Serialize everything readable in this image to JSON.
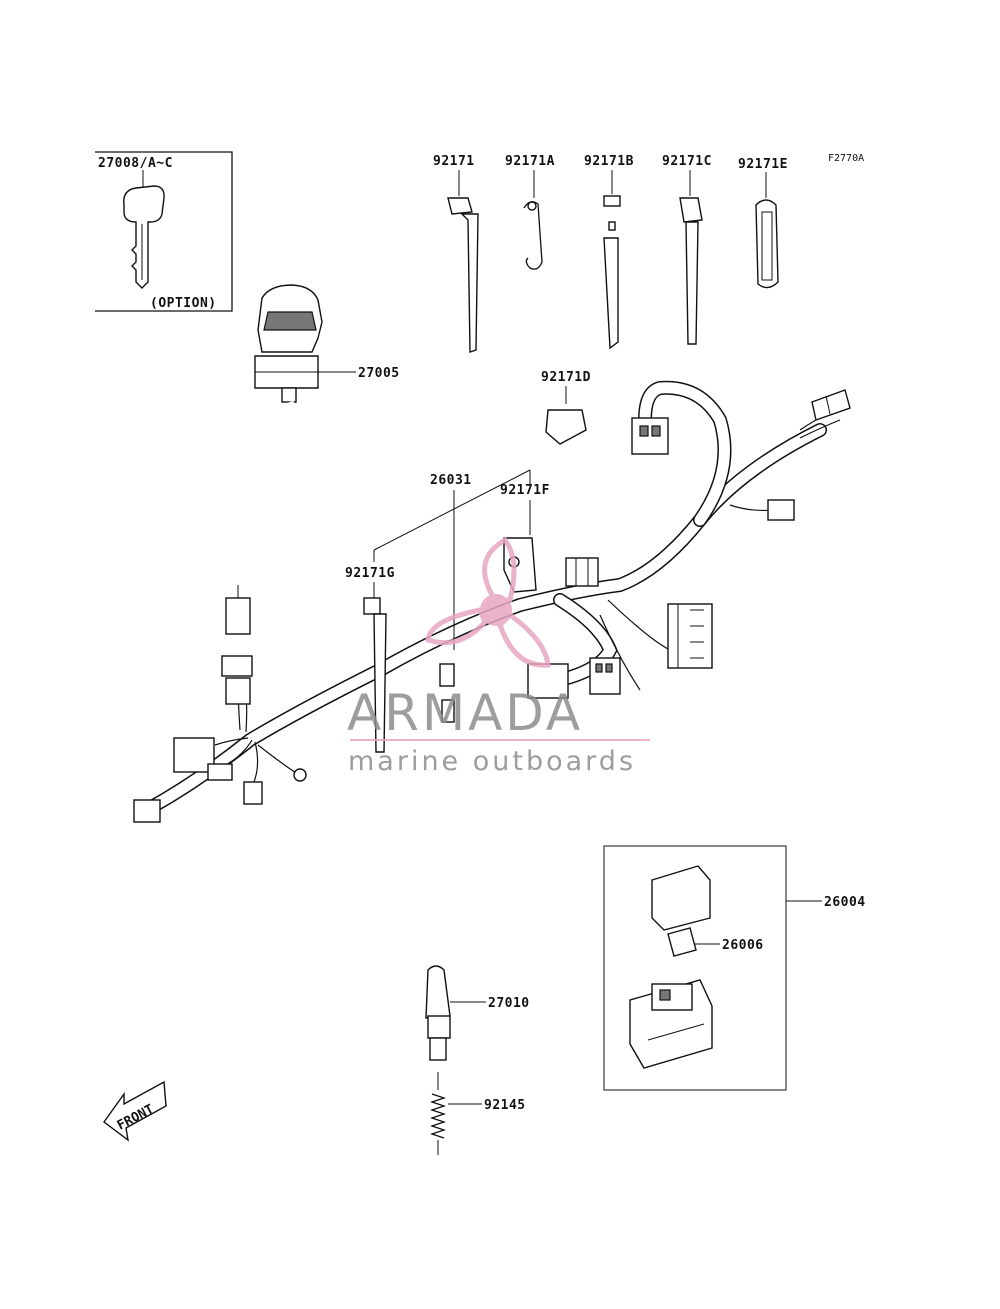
{
  "figure_code": "F2770A",
  "callouts": {
    "key": "27008/A~C",
    "option": "(OPTION)",
    "ignition_switch": "27005",
    "clamp_92171": "92171",
    "clamp_92171A": "92171A",
    "clamp_92171B": "92171B",
    "clamp_92171C": "92171C",
    "clamp_92171E": "92171E",
    "clamp_92171D": "92171D",
    "main_harness": "26031",
    "clamp_92171F": "92171F",
    "clamp_92171G": "92171G",
    "relay_assy": "26004",
    "fuse": "26006",
    "switch_27010": "27010",
    "spring_92145": "92145"
  },
  "front_label": "FRONT",
  "watermark": {
    "title": "ARMADA",
    "subtitle": "marine outboards",
    "title_color": "#8c8c8c",
    "logo_color": "#e7a6c3",
    "logo_icon": "propeller-icon"
  },
  "colors": {
    "line": "#111111",
    "background": "#ffffff"
  }
}
